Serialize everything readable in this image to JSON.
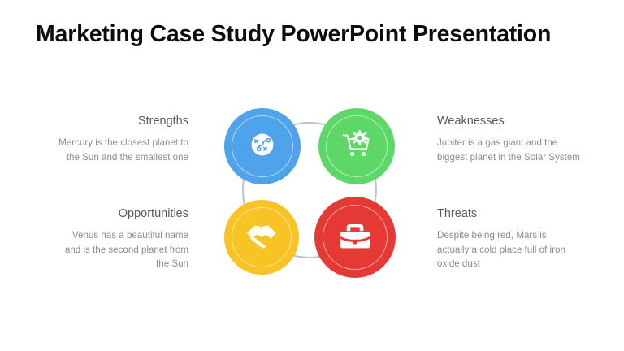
{
  "slide": {
    "title": "Marketing Case Study PowerPoint Presentation",
    "background_color": "#FFFFFF",
    "title_color": "#0D0D0D"
  },
  "diagram": {
    "type": "swot-four-circle",
    "connector_ring_color": "#B9C4CF",
    "nodes": [
      {
        "key": "strengths",
        "label": "Strengths",
        "body": "Mercury is the closest planet to the Sun and the smallest one",
        "color": "#4FA3EA",
        "icon": "strategy-playbook-icon",
        "position": "top-left",
        "text_side": "left"
      },
      {
        "key": "weaknesses",
        "label": "Weaknesses",
        "body": "Jupiter is a gas giant and the biggest planet in the Solar System",
        "color": "#5DD868",
        "icon": "shopping-cart-gear-icon",
        "position": "top-right",
        "text_side": "right"
      },
      {
        "key": "opportunities",
        "label": "Opportunities",
        "body": "Venus has a beautiful name and is the second planet from the Sun",
        "color": "#F7C325",
        "icon": "handshake-icon",
        "position": "bottom-left",
        "text_side": "left"
      },
      {
        "key": "threats",
        "label": "Threats",
        "body": "Despite being red, Mars is actually a cold place full of iron oxide dust",
        "color": "#E53935",
        "icon": "briefcase-icon",
        "position": "bottom-right",
        "text_side": "right"
      }
    ]
  },
  "text_styles": {
    "heading_color": "#5A5A5A",
    "body_color": "#8C8C8C"
  }
}
